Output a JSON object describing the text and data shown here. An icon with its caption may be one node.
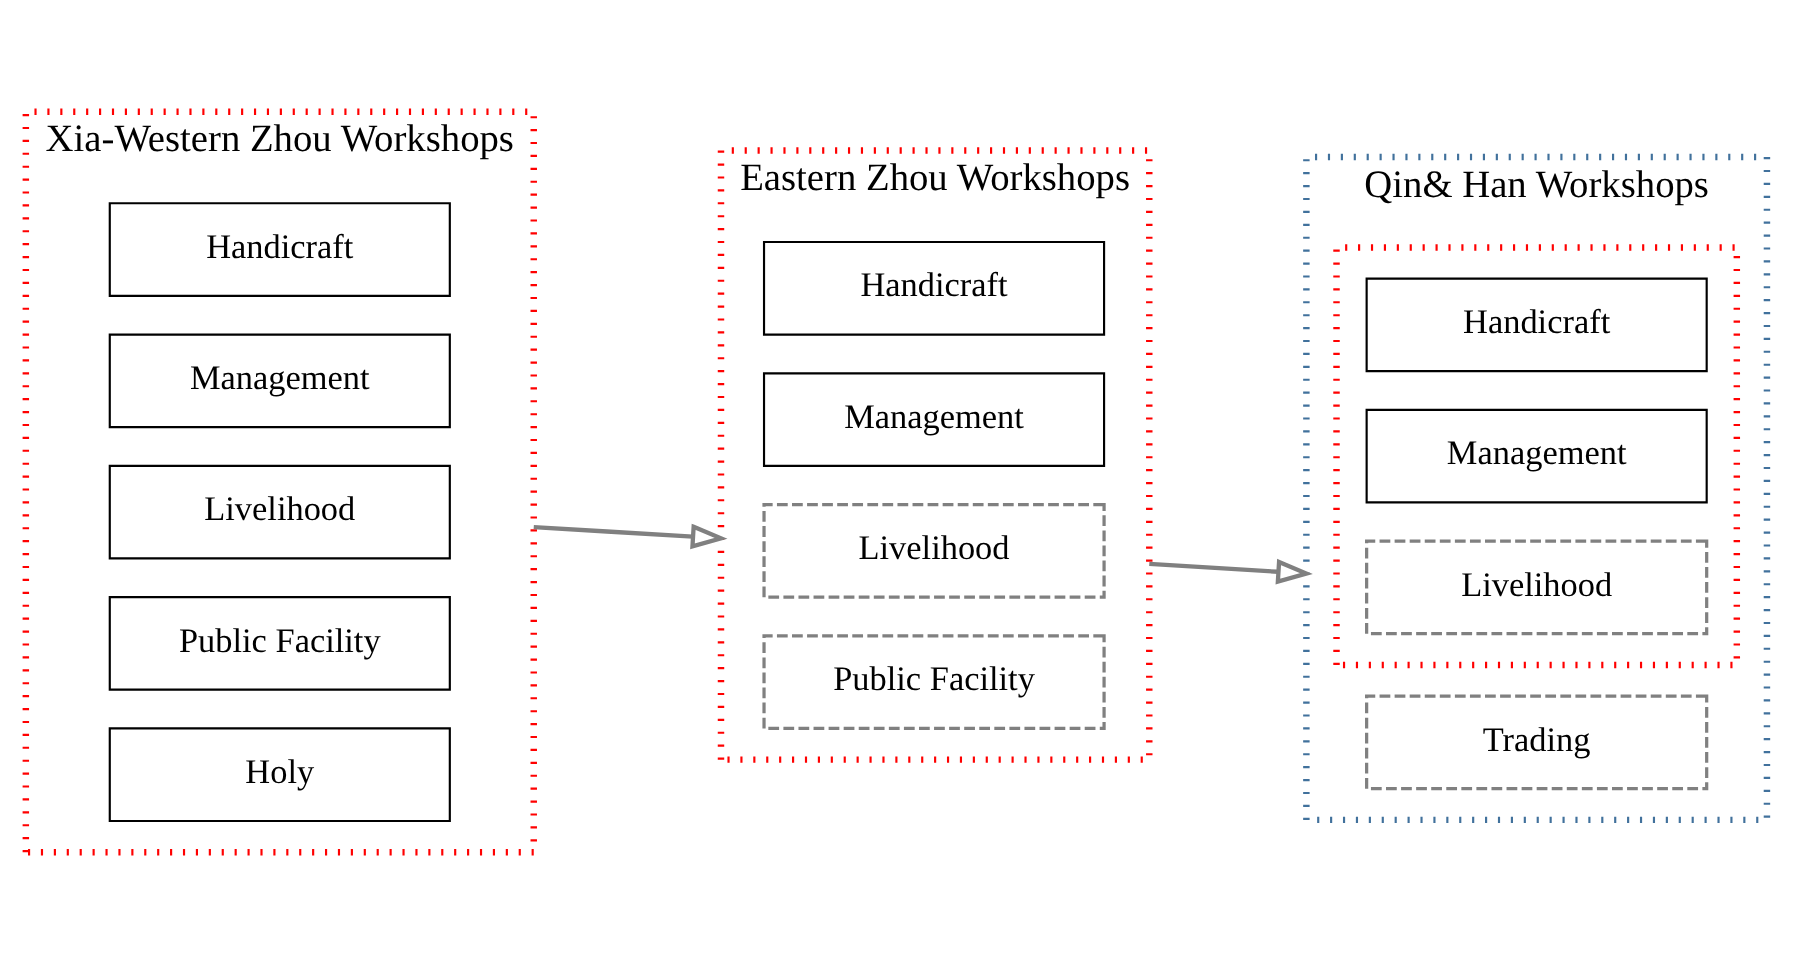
{
  "diagram": {
    "nodes": [
      {
        "text": [
          "Xia-Western Zhou Workshops"
        ]
      },
      {
        "text": [
          "Handicraft"
        ],
        "in": 0
      },
      {
        "text": [
          "Management"
        ],
        "in": 0
      },
      {
        "text": [
          "Livelihood"
        ],
        "in": 0
      },
      {
        "text": [
          "Public Facility"
        ],
        "in": 0
      },
      {
        "text": [
          "Holy"
        ],
        "in": 0
      },
      {
        "text": [
          "Eastern Zhou Workshops"
        ]
      },
      {
        "text": [
          "Handicraft"
        ],
        "in": 6
      },
      {
        "text": [
          "Management"
        ],
        "in": 6
      },
      {
        "text": [
          "Livelihood"
        ],
        "in": 6
      },
      {
        "text": [
          "Public Facility"
        ],
        "in": 6
      },
      {
        "text": [
          "Qin& Han Workshops"
        ]
      },
      {
        "text": [],
        "shape": "box",
        "in": 11
      },
      {
        "text": [
          "Handicraft"
        ],
        "in": 12
      },
      {
        "text": [
          "Management"
        ],
        "in": 12
      },
      {
        "text": [
          "Livelihood"
        ],
        "in": 12
      },
      {
        "text": [
          "Trading"
        ],
        "in": 11
      }
    ],
    "edges": [
      {
        "from": 0,
        "to": 6,
        "arrow": "to"
      },
      {
        "from": 6,
        "to": 11,
        "arrow": "to"
      }
    ]
  }
}
